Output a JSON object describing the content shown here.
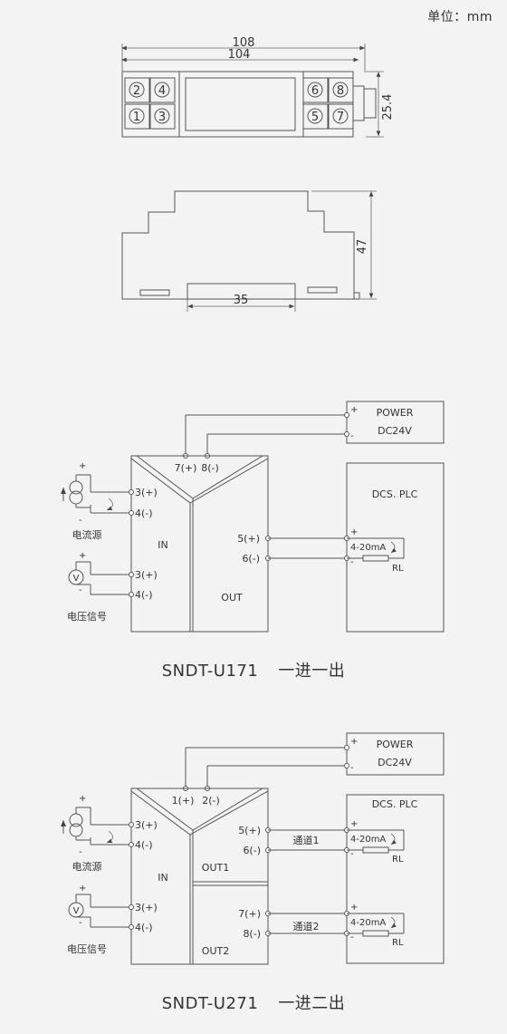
{
  "unit_label": "单位：mm",
  "dimensions": {
    "w108": "108",
    "w104": "104",
    "h25_4": "25.4",
    "h47": "47",
    "w35": "35"
  },
  "top_view_terminals": [
    "2",
    "4",
    "1",
    "3",
    "6",
    "8",
    "5",
    "7"
  ],
  "power_box": {
    "title": "POWER",
    "voltage": "DC24V",
    "plus": "+",
    "minus": "-"
  },
  "dcs_box": {
    "title": "DCS. PLC",
    "plus": "+",
    "minus": "-",
    "current": "4-20mA",
    "rl": "RL"
  },
  "d1": {
    "power_terms": [
      "7(+)",
      "8(-)"
    ],
    "in_terms": [
      "3(+)",
      "4(-)",
      "3(+)",
      "4(-)"
    ],
    "out_terms": [
      "5(+)",
      "6(-)"
    ],
    "in_label": "IN",
    "out_label": "OUT",
    "current_source": "电流源",
    "voltage_signal": "电压信号",
    "model": "SNDT-U171",
    "desc": "一进一出"
  },
  "d2": {
    "power_terms": [
      "1(+)",
      "2(-)"
    ],
    "in_terms": [
      "3(+)",
      "4(-)",
      "3(+)",
      "4(-)"
    ],
    "out1_terms": [
      "5(+)",
      "6(-)"
    ],
    "out2_terms": [
      "7(+)",
      "8(-)"
    ],
    "in_label": "IN",
    "out1_label": "OUT1",
    "out2_label": "OUT2",
    "channel1": "通道1",
    "channel2": "通道2",
    "current_source": "电流源",
    "voltage_signal": "电压信号",
    "model": "SNDT-U271",
    "desc": "一进二出"
  },
  "symbols": {
    "plus": "+",
    "minus": "-",
    "voltmeter": "V"
  }
}
